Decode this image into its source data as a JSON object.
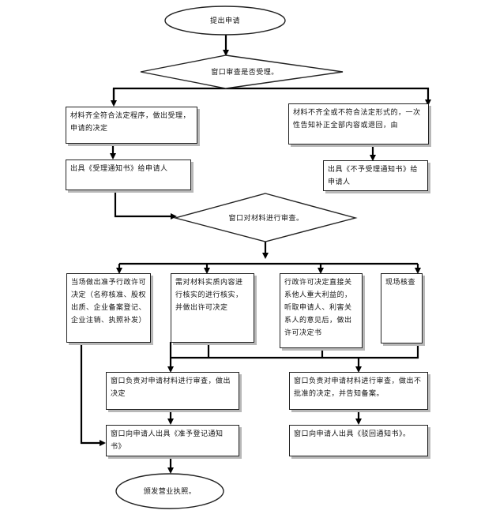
{
  "nodes": {
    "start": "提出申请",
    "check_window": "窗口审查是否受理。",
    "accept_left": "材料齐全符合法定程序，做出受理，申请的决定",
    "reject_right": "材料不齐全或不符合法定形式的，一次性告知补正全部内容或退回，由",
    "issue_accept": "出具《受理通知书》给申请人",
    "issue_reject": "出具《不予受理通知书》给申请人",
    "review": "窗口对材料进行审查。",
    "onsite": "当场做出准予行政许可决定（名称核准、股权出质、企业备案登记、企业注销、执照补发）",
    "verify": "需对材料实质内容进行核实的进行核实，并做出许可决定",
    "hearing": "行政许可决定直接关系他人重大利益的，听取申请人、利害关系人的意见后，做出许可决定书",
    "site_check": "现场核查",
    "approve_review": "窗口负责对申请材料进行审查，做出决定",
    "deny_review": "窗口负责对申请材料进行审查，做出不批准的决定，并告知备案。",
    "issue_approve": "窗口向申请人出具《准予登记通知书》",
    "issue_deny": "窗口向申请人出具《驳回通知书》。",
    "end": "颁发营业执照。"
  }
}
